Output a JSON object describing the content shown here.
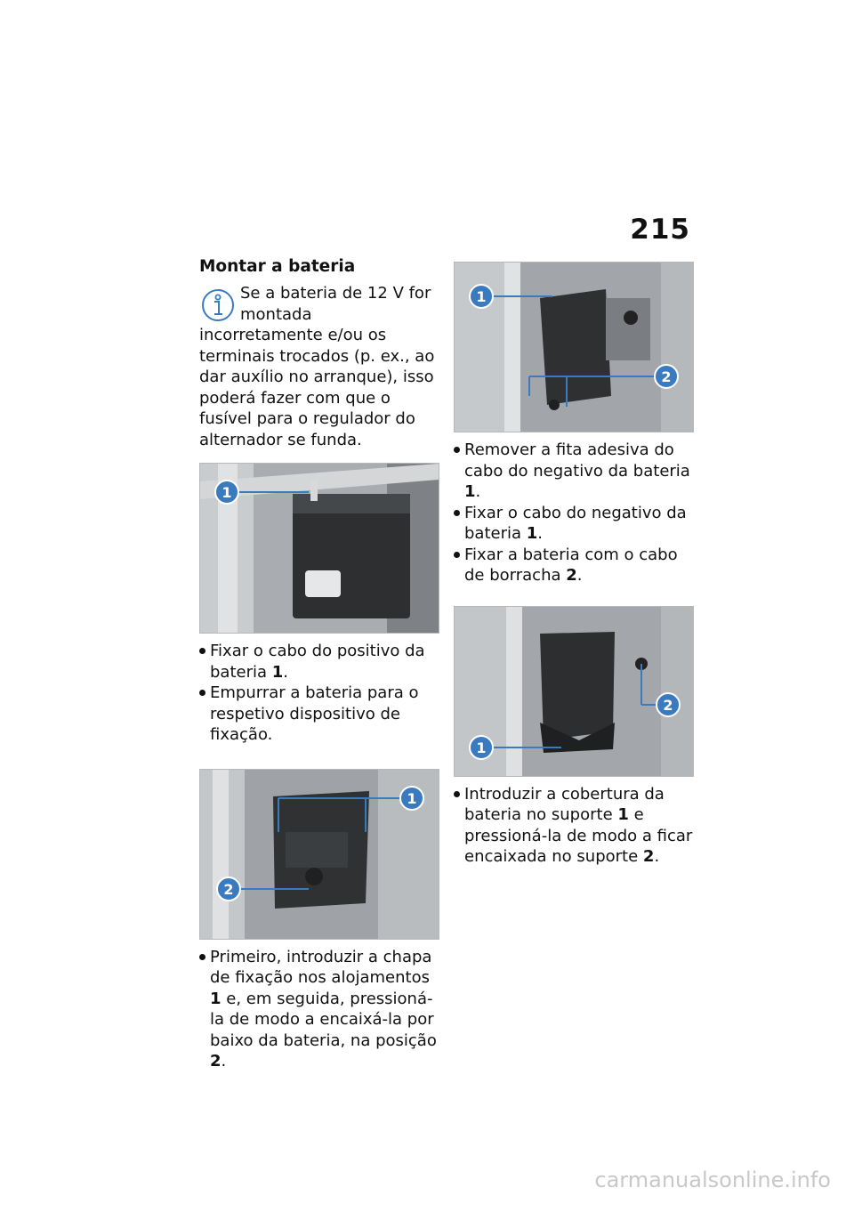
{
  "page": {
    "number": "215",
    "watermark": "carmanualsonline.info"
  },
  "section": {
    "heading": "Montar a bateria",
    "info_icon": "info-icon",
    "info_text": "Se a bateria de 12 V for montada incorretamente e/ou os terminais trocados (p. ex., ao dar auxílio no arranque), isso poderá fazer com que o fusível para o regulador do alternador se funda."
  },
  "figures": [
    {
      "callouts": [
        "1"
      ]
    },
    {
      "callouts": [
        "1",
        "2"
      ]
    },
    {
      "callouts": [
        "1",
        "2"
      ]
    },
    {
      "callouts": [
        "2",
        "1"
      ]
    }
  ],
  "steps_fig1": [
    {
      "text": "Fixar o cabo do positivo da bateria ",
      "ref": "1",
      "tail": "."
    },
    {
      "text": "Empurrar a bateria para o respetivo dispositivo de fixação.",
      "ref": "",
      "tail": ""
    }
  ],
  "steps_fig2": [
    {
      "text": "Primeiro, introduzir a chapa de fixação nos alojamentos ",
      "ref": "1",
      "text2": " e, em seguida, pressioná-la de modo a encaixá-la por baixo da bateria, na posição ",
      "ref2": "2",
      "tail": "."
    }
  ],
  "steps_fig3": [
    {
      "text": "Remover a fita adesiva do cabo do negativo da bateria ",
      "ref": "1",
      "tail": "."
    },
    {
      "text": "Fixar o cabo do negativo da bateria ",
      "ref": "1",
      "tail": "."
    },
    {
      "text": "Fixar a bateria com o cabo de borracha ",
      "ref": "2",
      "tail": "."
    }
  ],
  "steps_fig4": [
    {
      "text": "Introduzir a cobertura da bateria no suporte ",
      "ref": "1",
      "text2": " e pressioná-la de modo a ficar encaixada no suporte ",
      "ref2": "2",
      "tail": "."
    }
  ],
  "colors": {
    "callout": "#3a7bbf",
    "callout_text": "#ffffff"
  }
}
